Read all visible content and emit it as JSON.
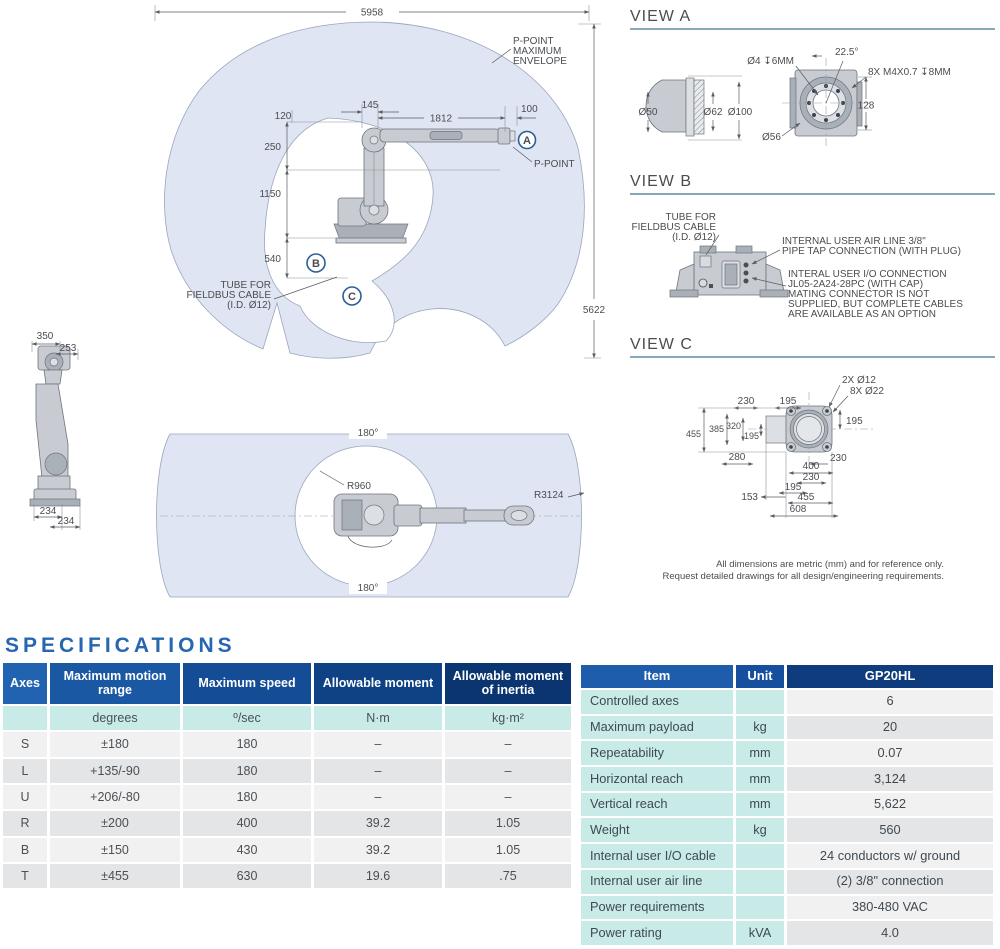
{
  "colors": {
    "accent_blue": "#2766b0",
    "header_dark": "#0a3570",
    "teal_row": "#c8ebe8",
    "envelope_fill": "#dfe5f2",
    "view_underline": "#5d8ba3"
  },
  "drawing": {
    "main": {
      "dim_5958": "5958",
      "dim_5622": "5622",
      "dim_120": "120",
      "dim_145": "145",
      "dim_1812": "1812",
      "dim_100": "100",
      "dim_250": "250",
      "dim_1150": "1150",
      "dim_540": "540",
      "envelope_label_1": "P-POINT",
      "envelope_label_2": "MAXIMUM",
      "envelope_label_3": "ENVELOPE",
      "p_point": "P-POINT",
      "marker_a": "A",
      "marker_b": "B",
      "marker_c": "C",
      "fieldbus_1": "TUBE FOR",
      "fieldbus_2": "FIELDBUS CABLE",
      "fieldbus_3": "(I.D. Ø12)"
    },
    "side": {
      "dim_350": "350",
      "dim_253": "253",
      "dim_234a": "234",
      "dim_234b": "234"
    },
    "top": {
      "angle_top": "180°",
      "angle_bottom": "180°",
      "r960": "R960",
      "r3124": "R3124"
    },
    "view_a": {
      "title": "VIEW A",
      "d50": "Ø50",
      "d62": "Ø62",
      "d100": "Ø100",
      "d56": "Ø56",
      "hole": "Ø4 ↧6MM",
      "angle": "22.5°",
      "bolts": "8X M4X0.7 ↧8MM",
      "dim_128": "128"
    },
    "view_b": {
      "title": "VIEW B",
      "tube_1": "TUBE FOR",
      "tube_2": "FIELDBUS CABLE",
      "tube_3": "(I.D. Ø12)",
      "air_1": "INTERNAL USER AIR LINE 3/8\"",
      "air_2": "PIPE TAP CONNECTION (WITH PLUG)",
      "io_1": "INTERAL USER I/O CONNECTION",
      "io_2": "JL05-2A24-28PC (WITH CAP)",
      "io_3": "MATING CONNECTOR IS NOT",
      "io_4": "SUPPLIED, BUT COMPLETE CABLES",
      "io_5": "ARE AVAILABLE AS AN OPTION"
    },
    "view_c": {
      "title": "VIEW C",
      "holes_1": "2X Ø12",
      "holes_2": "8X Ø22",
      "d230a": "230",
      "d195a": "195",
      "d195b": "195",
      "d455a": "455",
      "d385": "385",
      "d320": "320",
      "d195c": "195",
      "d280": "280",
      "d230b": "230",
      "d400": "400",
      "d230c": "230",
      "d195d": "195",
      "d153": "153",
      "d455b": "455",
      "d608": "608"
    },
    "footnote_1": "All dimensions are metric (mm) and for reference only.",
    "footnote_2": "Request detailed drawings for all design/engineering requirements."
  },
  "spec": {
    "title": "SPECIFICATIONS",
    "axes_table": {
      "headers": [
        "Axes",
        "Maximum motion range",
        "Maximum speed",
        "Allowable moment",
        "Allowable moment of inertia"
      ],
      "units": [
        "",
        "degrees",
        "º/sec",
        "N·m",
        "kg·m²"
      ],
      "rows": [
        [
          "S",
          "±180",
          "180",
          "–",
          "–"
        ],
        [
          "L",
          "+135/-90",
          "180",
          "–",
          "–"
        ],
        [
          "U",
          "+206/-80",
          "180",
          "–",
          "–"
        ],
        [
          "R",
          "±200",
          "400",
          "39.2",
          "1.05"
        ],
        [
          "B",
          "±150",
          "430",
          "39.2",
          "1.05"
        ],
        [
          "T",
          "±455",
          "630",
          "19.6",
          ".75"
        ]
      ]
    },
    "item_table": {
      "headers": [
        "Item",
        "Unit",
        "GP20HL"
      ],
      "rows": [
        [
          "Controlled axes",
          "",
          "6"
        ],
        [
          "Maximum payload",
          "kg",
          "20"
        ],
        [
          "Repeatability",
          "mm",
          "0.07"
        ],
        [
          "Horizontal reach",
          "mm",
          "3,124"
        ],
        [
          "Vertical reach",
          "mm",
          "5,622"
        ],
        [
          "Weight",
          "kg",
          "560"
        ],
        [
          "Internal user I/O cable",
          "",
          "24 conductors w/ ground"
        ],
        [
          "Internal user air line",
          "",
          "(2) 3/8\" connection"
        ],
        [
          "Power requirements",
          "",
          "380-480 VAC"
        ],
        [
          "Power rating",
          "kVA",
          "4.0"
        ]
      ]
    }
  }
}
